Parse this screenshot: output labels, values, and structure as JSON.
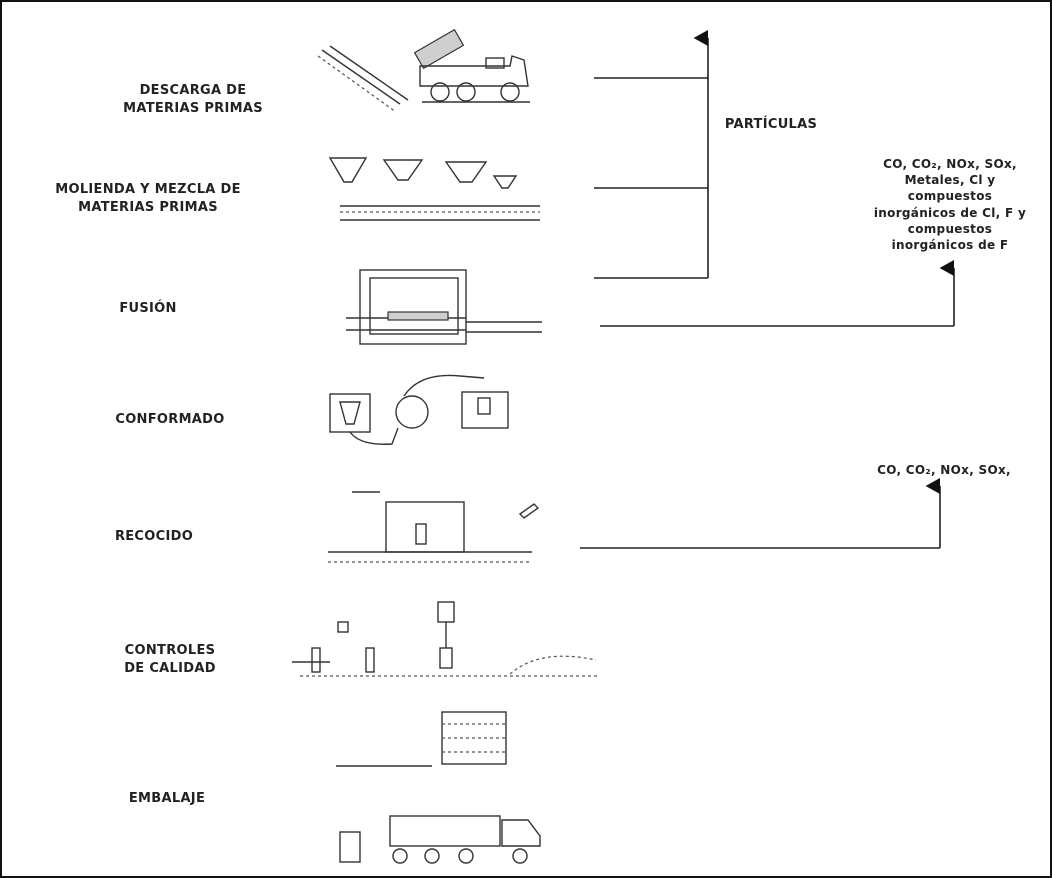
{
  "stages": [
    {
      "id": "descarga",
      "label": "DESCARGA DE\nMATERIAS PRIMAS",
      "icon": "dump-truck-icon"
    },
    {
      "id": "molienda",
      "label": "MOLIENDA Y MEZCLA DE\nMATERIAS PRIMAS",
      "icon": "hoppers-conveyor-icon"
    },
    {
      "id": "fusion",
      "label": "FUSIÓN",
      "icon": "melting-furnace-icon"
    },
    {
      "id": "conformado",
      "label": "CONFORMADO",
      "icon": "forming-machine-icon"
    },
    {
      "id": "recocido",
      "label": "RECOCIDO",
      "icon": "annealing-lehr-icon"
    },
    {
      "id": "controles",
      "label": "CONTROLES\nDE CALIDAD",
      "icon": "quality-inspection-icon"
    },
    {
      "id": "embalaje",
      "label": "EMBALAJE",
      "icon": "packing-truck-icon"
    }
  ],
  "emissions": {
    "particulas": "PARTÍCULAS",
    "fusion_gases": "CO, CO₂, NOx, SOx,\nMetales, Cl y\ncompuestos\ninorgánicos de Cl, F y\ncompuestos\ninorgánicos de F",
    "recocido_gases": "CO, CO₂, NOx, SOx,"
  }
}
